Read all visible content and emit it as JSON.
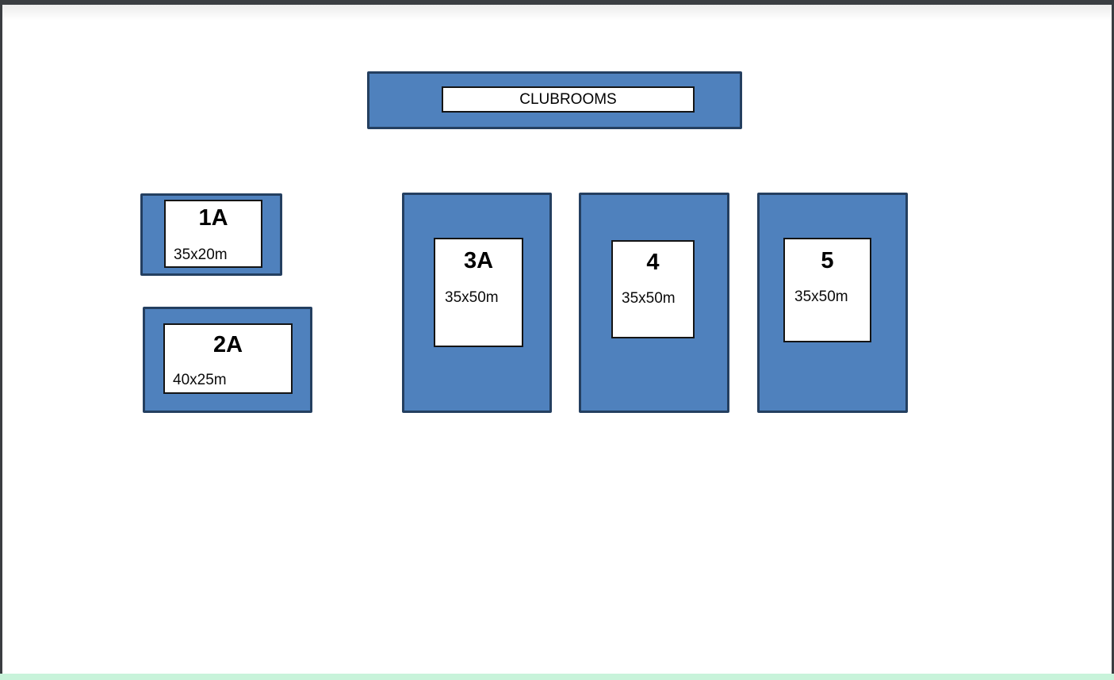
{
  "diagram": {
    "clubrooms": {
      "label": "CLUBROOMS"
    },
    "fields": [
      {
        "id": "1A",
        "dimensions": "35x20m"
      },
      {
        "id": "2A",
        "dimensions": "40x25m"
      },
      {
        "id": "3A",
        "dimensions": "35x50m"
      },
      {
        "id": "4",
        "dimensions": "35x50m"
      },
      {
        "id": "5",
        "dimensions": "35x50m"
      }
    ],
    "colors": {
      "field_fill": "#4f81bd",
      "field_border": "#243f60",
      "label_background": "#ffffff",
      "label_border": "#141414",
      "text": "#000000",
      "chrome_frame": "#3a3d41",
      "bottom_strip": "#c8f3da"
    }
  }
}
